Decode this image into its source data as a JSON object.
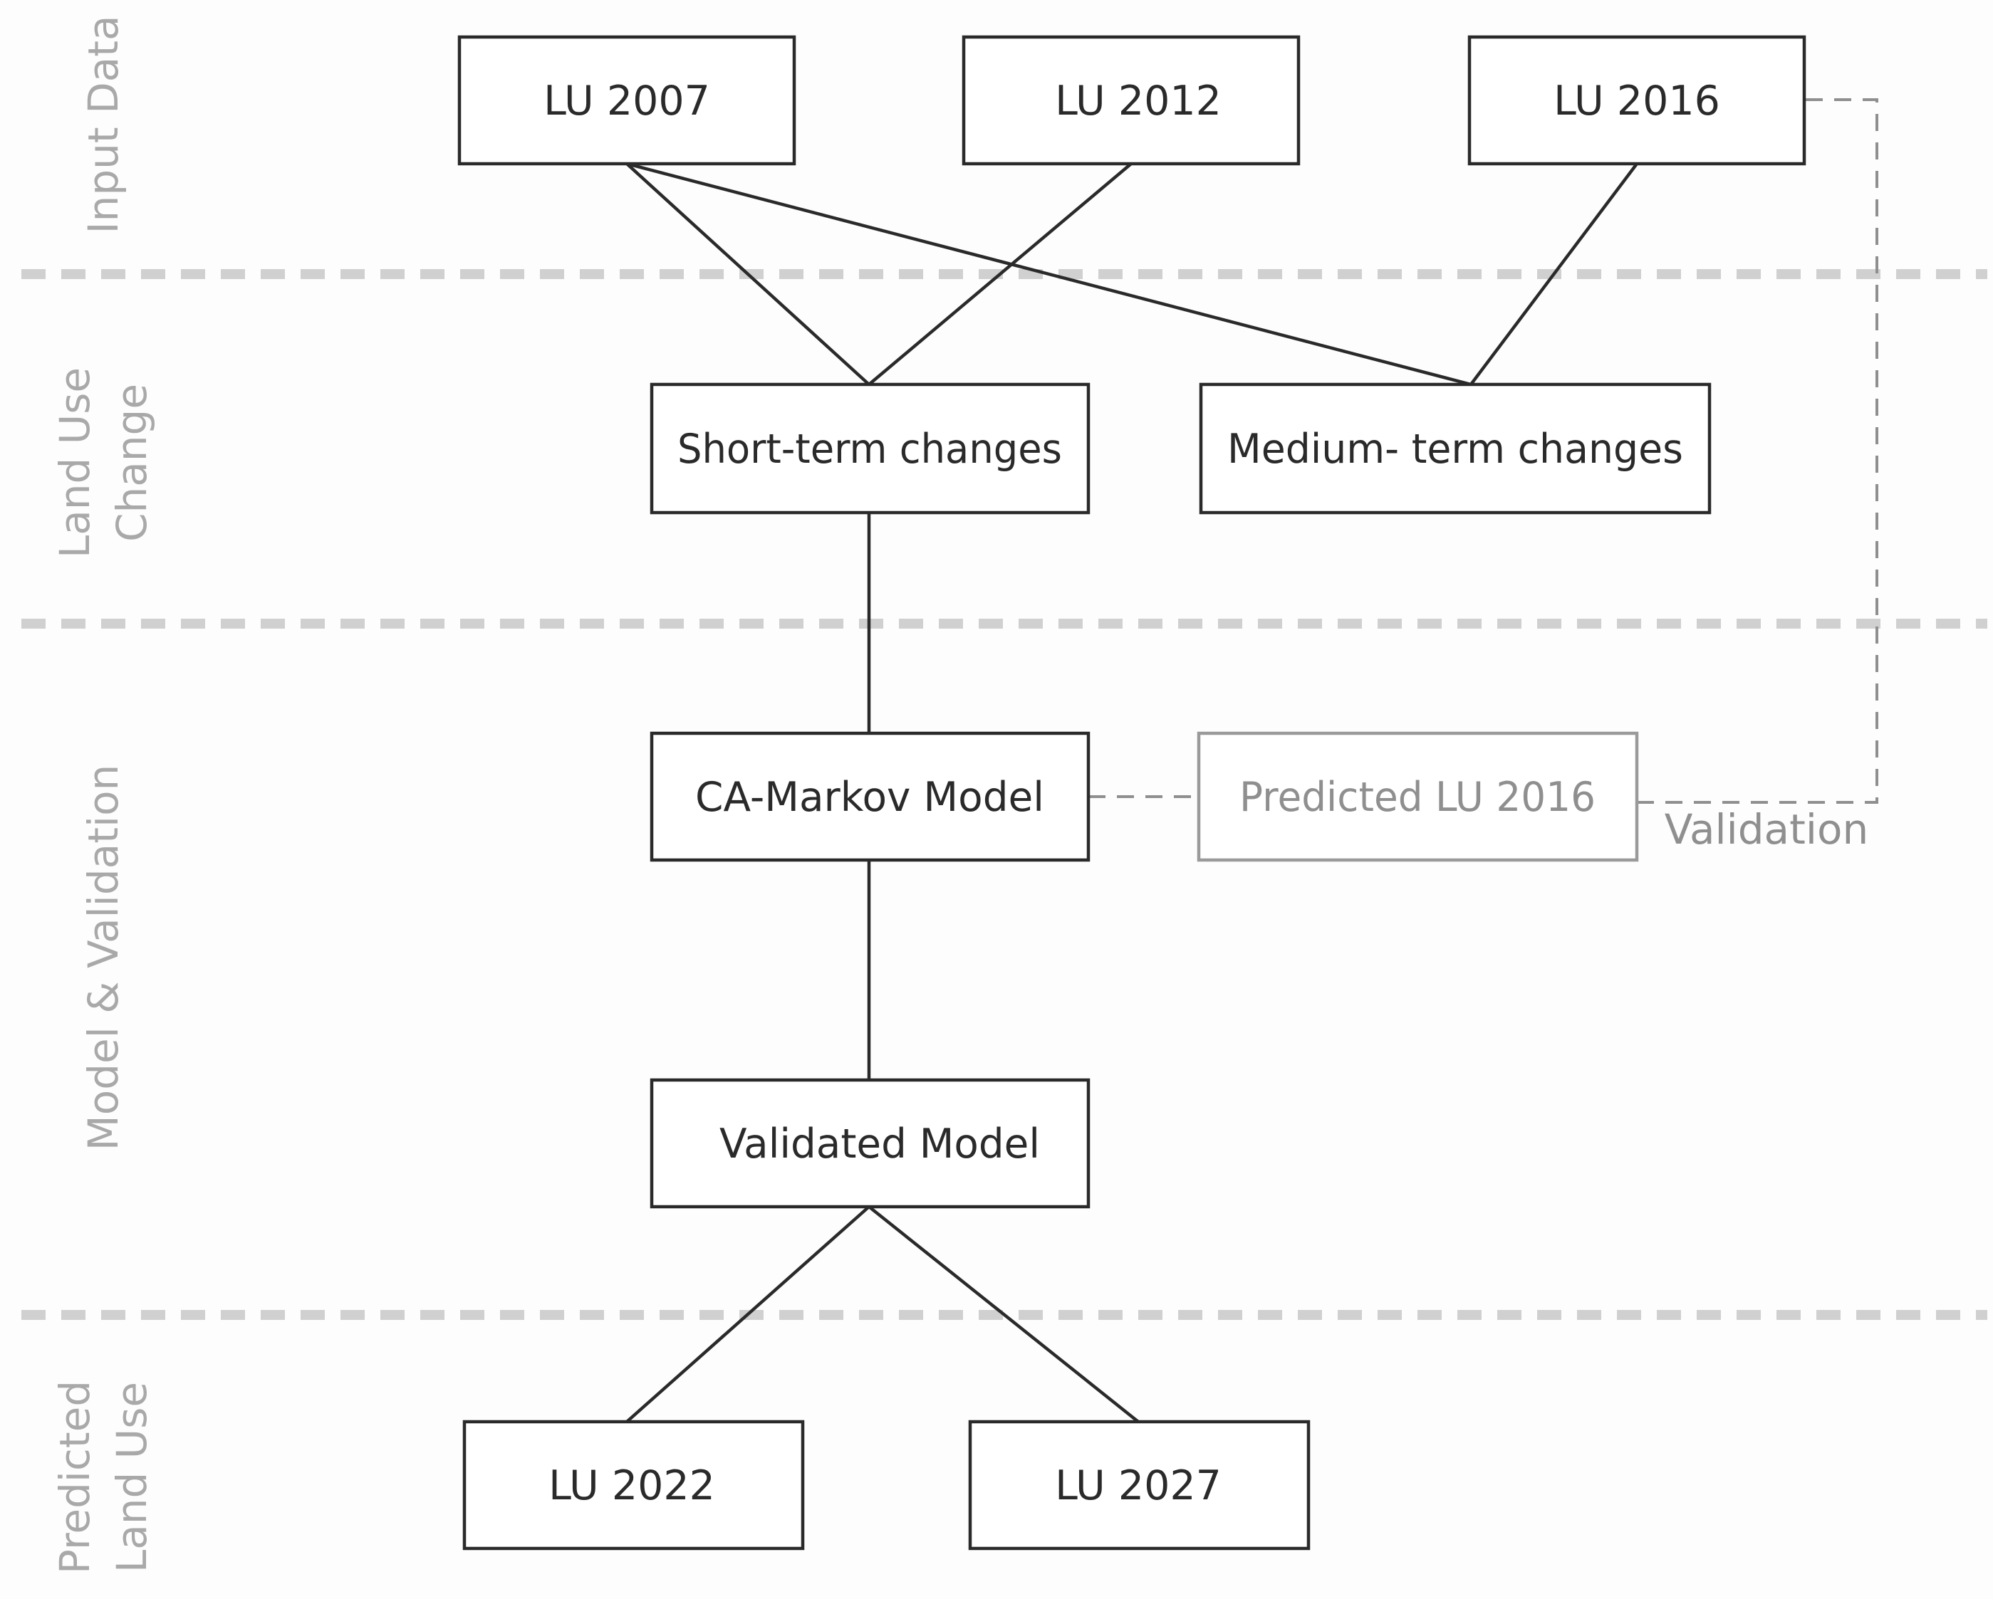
{
  "sections": {
    "input_data": "Input Data",
    "land_use_change_line1": "Land Use",
    "land_use_change_line2": "Change",
    "model_validation": "Model & Validation",
    "predicted_land_use_line1": "Predicted",
    "predicted_land_use_line2": "Land Use"
  },
  "nodes": {
    "lu_2007": "LU 2007",
    "lu_2012": "LU 2012",
    "lu_2016": "LU 2016",
    "short_term": "Short-term changes",
    "medium_term": "Medium- term changes",
    "ca_markov": "CA-Markov Model",
    "predicted_2016": "Predicted LU 2016",
    "validated_model": "Validated Model",
    "lu_2022": "LU 2022",
    "lu_2027": "LU 2027"
  },
  "validation_label": "Validation",
  "edges": [
    {
      "from": "LU 2007",
      "to": "Short-term changes"
    },
    {
      "from": "LU 2012",
      "to": "Short-term changes"
    },
    {
      "from": "LU 2007",
      "to": "Medium- term changes"
    },
    {
      "from": "LU 2016",
      "to": "Medium- term changes"
    },
    {
      "from": "Short-term changes",
      "to": "CA-Markov Model"
    },
    {
      "from": "CA-Markov Model",
      "to": "Validated Model"
    },
    {
      "from": "Validated Model",
      "to": "LU 2022"
    },
    {
      "from": "Validated Model",
      "to": "LU 2027"
    },
    {
      "from": "CA-Markov Model",
      "to": "Predicted LU 2016",
      "style": "dashed"
    },
    {
      "from": "Predicted LU 2016",
      "to": "LU 2016",
      "style": "dashed",
      "label": "Validation"
    }
  ],
  "colors": {
    "stroke": "#2a2a2a",
    "muted": "#8f8f8f",
    "separator": "#d0d0d0",
    "section_text": "#a9a9a9"
  }
}
